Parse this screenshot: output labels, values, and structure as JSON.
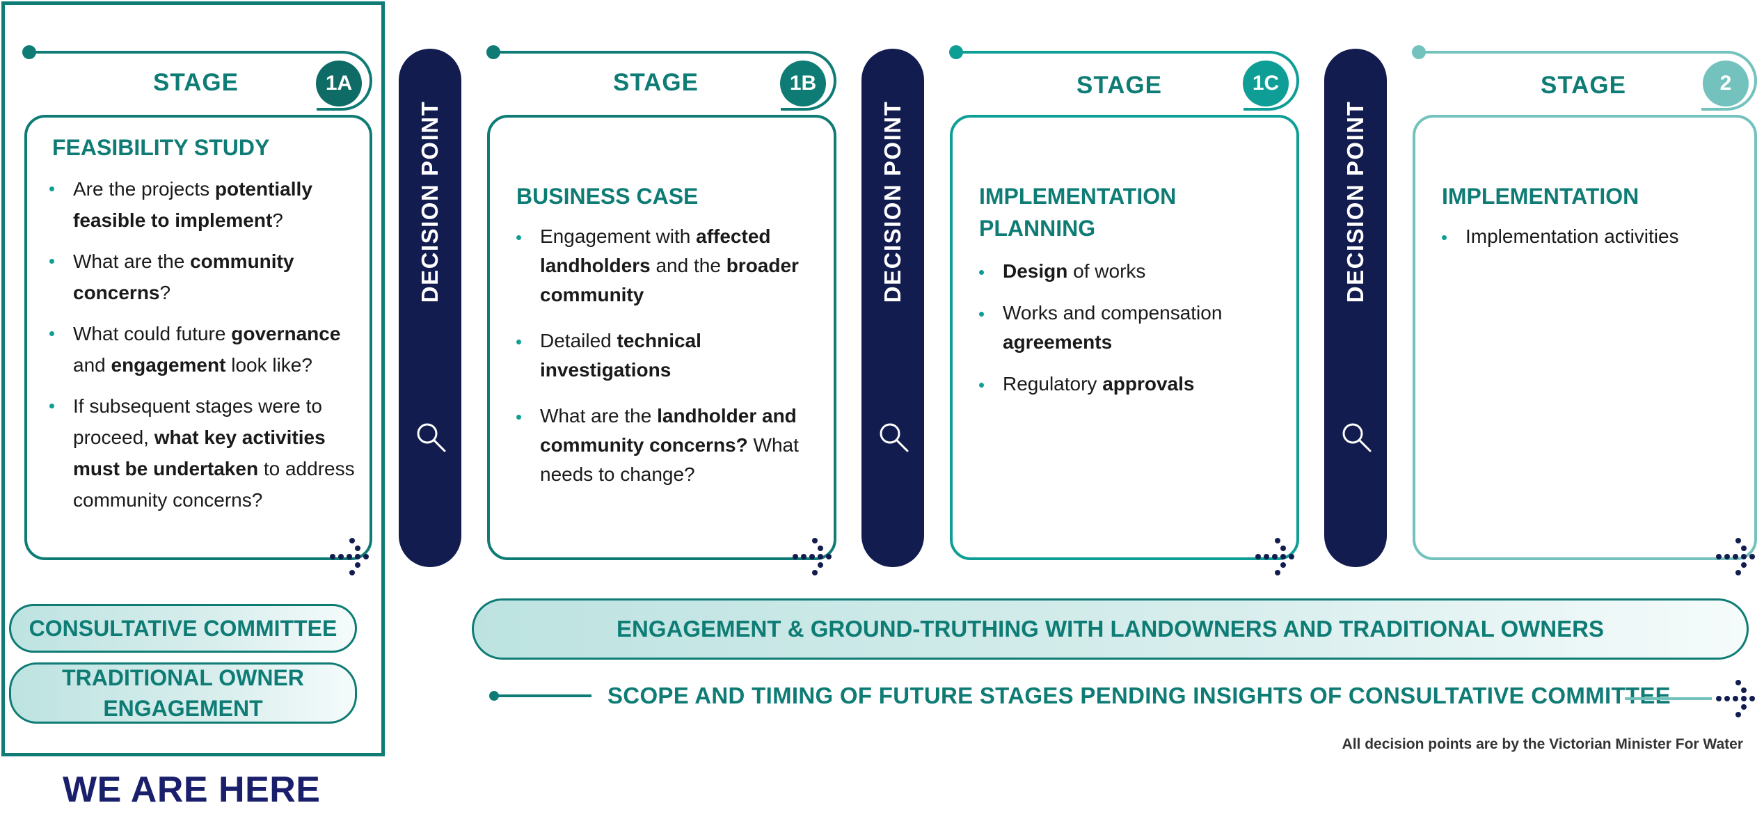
{
  "colors": {
    "teal_dark": "#0e7c75",
    "teal_mid": "#0e9e96",
    "teal_light": "#73c2bd",
    "navy": "#121c4f",
    "here_text": "#1a1f6b"
  },
  "stages": [
    {
      "stage_label": "STAGE",
      "number": "1A",
      "title": "FEASIBILITY STUDY",
      "bullets": [
        [
          "Are the projects ",
          "potentially feasible to implement",
          "?"
        ],
        [
          "What are the ",
          "community concerns",
          "?"
        ],
        [
          "What could future ",
          "governance",
          " and ",
          "engagement",
          " look like?"
        ],
        [
          "If subsequent stages were to proceed, ",
          "what key activities must be undertaken",
          " to address community concerns?"
        ]
      ]
    },
    {
      "stage_label": "STAGE",
      "number": "1B",
      "title": "BUSINESS CASE",
      "bullets": [
        [
          "Engagement with ",
          "affected landholders",
          " and the ",
          "broader community",
          ""
        ],
        [
          "Detailed ",
          "technical investigations",
          ""
        ],
        [
          "What are the ",
          "landholder and community concerns?",
          " What needs to change?"
        ]
      ]
    },
    {
      "stage_label": "STAGE",
      "number": "1C",
      "title_line1": "IMPLEMENTATION",
      "title_line2": "PLANNING",
      "bullets": [
        [
          "",
          "Design",
          " of works"
        ],
        [
          "Works and compensation ",
          "agreements",
          ""
        ],
        [
          "Regulatory ",
          "approvals",
          ""
        ]
      ]
    },
    {
      "stage_label": "STAGE",
      "number": "2",
      "title": "IMPLEMENTATION",
      "bullets": [
        [
          "Implementation activities"
        ]
      ]
    }
  ],
  "decision_points": [
    {
      "label": "DECISION POINT",
      "icon": "magnifier-icon"
    },
    {
      "label": "DECISION POINT",
      "icon": "magnifier-icon"
    },
    {
      "label": "DECISION POINT",
      "icon": "magnifier-icon"
    }
  ],
  "consultative_committee": "CONSULTATIVE COMMITTEE",
  "traditional_owner_engagement": "TRADITIONAL OWNER ENGAGEMENT",
  "engagement_banner": "ENGAGEMENT & GROUND-TRUTHING WITH LANDOWNERS AND TRADITIONAL OWNERS",
  "scope_text": "SCOPE AND TIMING OF FUTURE STAGES PENDING INSIGHTS OF CONSULTATIVE COMMITTEE",
  "footnote": "All decision points are by the Victorian Minister For Water",
  "we_are_here": "WE ARE HERE"
}
